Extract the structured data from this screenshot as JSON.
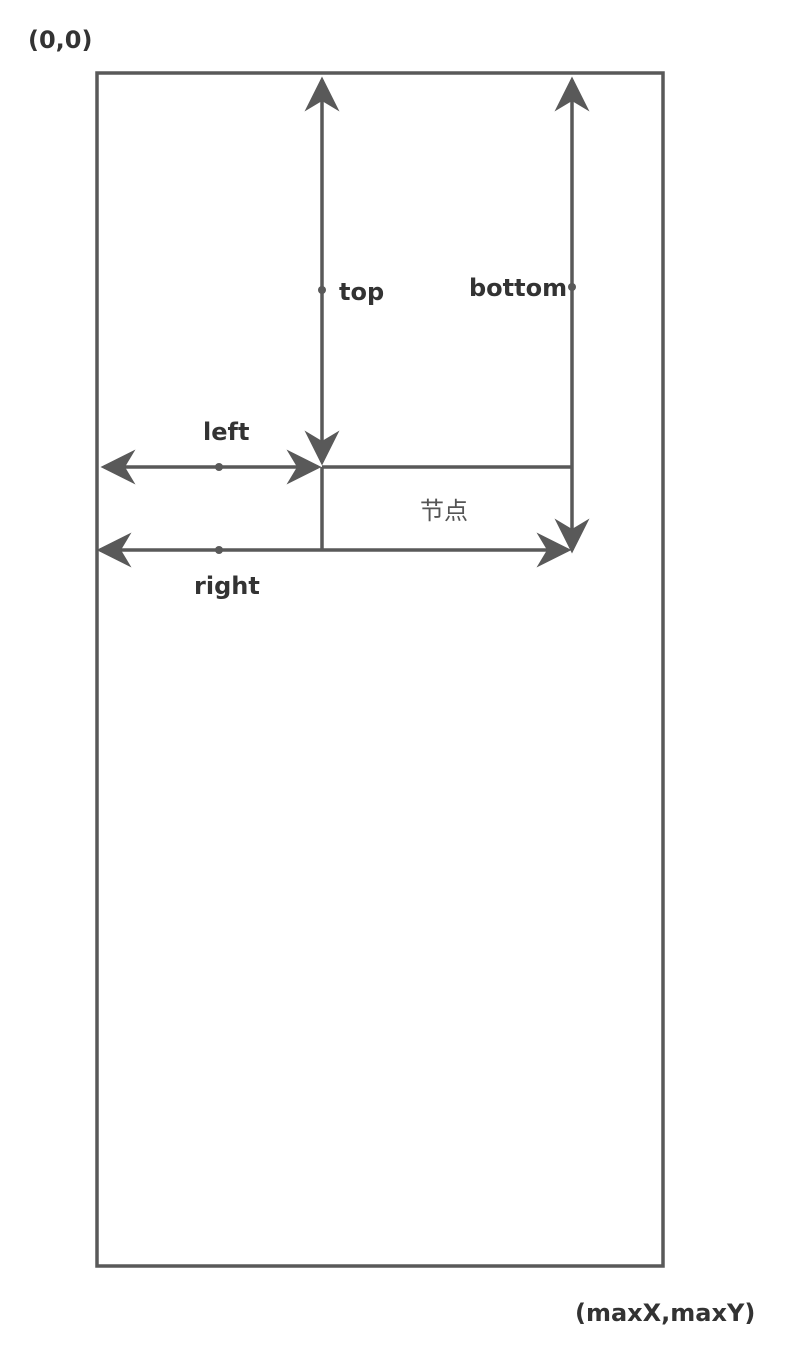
{
  "labels": {
    "origin": "(0,0)",
    "max": "(maxX,maxY)",
    "top": "top",
    "bottom": "bottom",
    "left": "left",
    "right": "right",
    "node": "节点"
  },
  "colors": {
    "stroke": "#595959",
    "text": "#333333"
  }
}
